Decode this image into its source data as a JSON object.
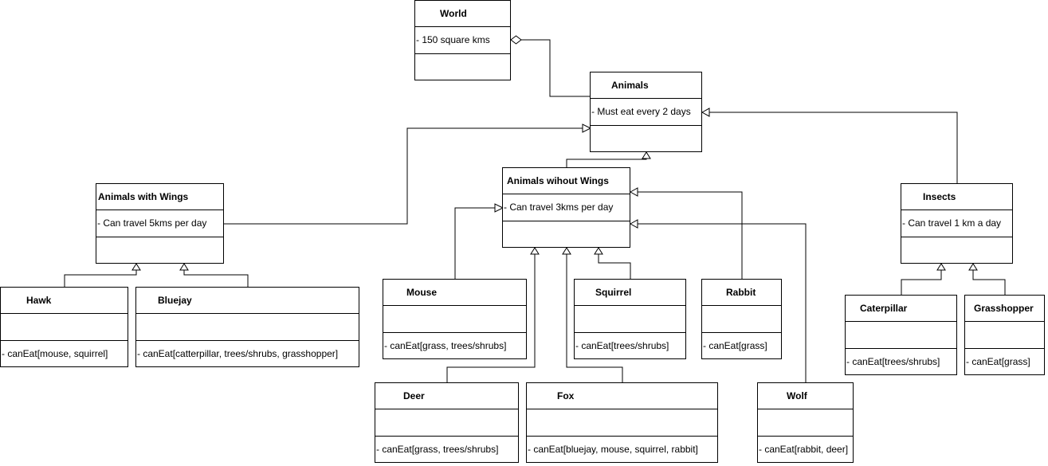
{
  "classes": {
    "world": {
      "name": "World",
      "attribute": "- 150 square kms",
      "method": ""
    },
    "animals": {
      "name": "Animals",
      "attribute": "- Must eat every 2 days",
      "method": ""
    },
    "wings": {
      "name": "Animals with Wings",
      "attribute": "- Can travel 5kms per day",
      "method": ""
    },
    "nowings": {
      "name": "Animals wihout Wings",
      "attribute": "- Can travel 3kms per day",
      "method": ""
    },
    "insects": {
      "name": "Insects",
      "attribute": "- Can travel 1 km a day",
      "method": ""
    },
    "hawk": {
      "name": "Hawk",
      "attribute": "",
      "method": "- canEat[mouse, squirrel]"
    },
    "bluejay": {
      "name": "Bluejay",
      "attribute": "",
      "method": "- canEat[catterpillar, trees/shrubs, grasshopper]"
    },
    "mouse": {
      "name": "Mouse",
      "attribute": "",
      "method": "- canEat[grass, trees/shrubs]"
    },
    "squirrel": {
      "name": "Squirrel",
      "attribute": "",
      "method": "- canEat[trees/shrubs]"
    },
    "rabbit": {
      "name": "Rabbit",
      "attribute": "",
      "method": "- canEat[grass]"
    },
    "deer": {
      "name": "Deer",
      "attribute": "",
      "method": "- canEat[grass, trees/shrubs]"
    },
    "fox": {
      "name": "Fox",
      "attribute": "",
      "method": "- canEat[bluejay, mouse, squirrel, rabbit]"
    },
    "wolf": {
      "name": "Wolf",
      "attribute": "",
      "method": "- canEat[rabbit, deer]"
    },
    "caterpillar": {
      "name": "Caterpillar",
      "attribute": "",
      "method": "- canEat[trees/shrubs]"
    },
    "grasshopper": {
      "name": "Grasshopper",
      "attribute": "",
      "method": "- canEat[grass]"
    }
  },
  "relations": [
    {
      "kind": "aggregation",
      "whole": "World",
      "part": "Animals"
    },
    {
      "kind": "generalization",
      "child": "Animals with Wings",
      "parent": "Animals"
    },
    {
      "kind": "generalization",
      "child": "Animals wihout Wings",
      "parent": "Animals"
    },
    {
      "kind": "generalization",
      "child": "Insects",
      "parent": "Animals"
    },
    {
      "kind": "generalization",
      "child": "Hawk",
      "parent": "Animals with Wings"
    },
    {
      "kind": "generalization",
      "child": "Bluejay",
      "parent": "Animals with Wings"
    },
    {
      "kind": "generalization",
      "child": "Mouse",
      "parent": "Animals wihout Wings"
    },
    {
      "kind": "generalization",
      "child": "Squirrel",
      "parent": "Animals wihout Wings"
    },
    {
      "kind": "generalization",
      "child": "Rabbit",
      "parent": "Animals wihout Wings"
    },
    {
      "kind": "generalization",
      "child": "Deer",
      "parent": "Animals wihout Wings"
    },
    {
      "kind": "generalization",
      "child": "Fox",
      "parent": "Animals wihout Wings"
    },
    {
      "kind": "generalization",
      "child": "Wolf",
      "parent": "Animals wihout Wings"
    },
    {
      "kind": "generalization",
      "child": "Caterpillar",
      "parent": "Insects"
    },
    {
      "kind": "generalization",
      "child": "Grasshopper",
      "parent": "Insects"
    }
  ],
  "colors": {
    "line": "#000000",
    "background": "#ffffff"
  }
}
